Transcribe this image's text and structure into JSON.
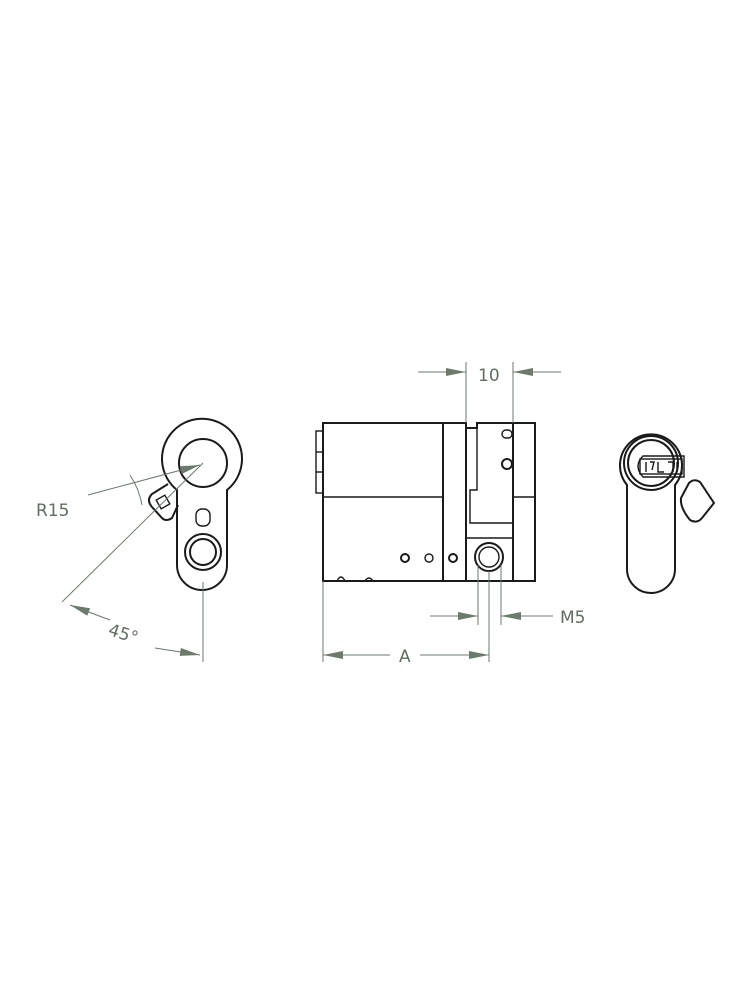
{
  "drawing": {
    "dimension_width_label": "10",
    "thread_label": "M5",
    "length_label": "A",
    "radius_label": "R15",
    "angle_label": "45°"
  },
  "colors": {
    "line": "#1a1a1a",
    "dimension": "#6b7a6b"
  }
}
